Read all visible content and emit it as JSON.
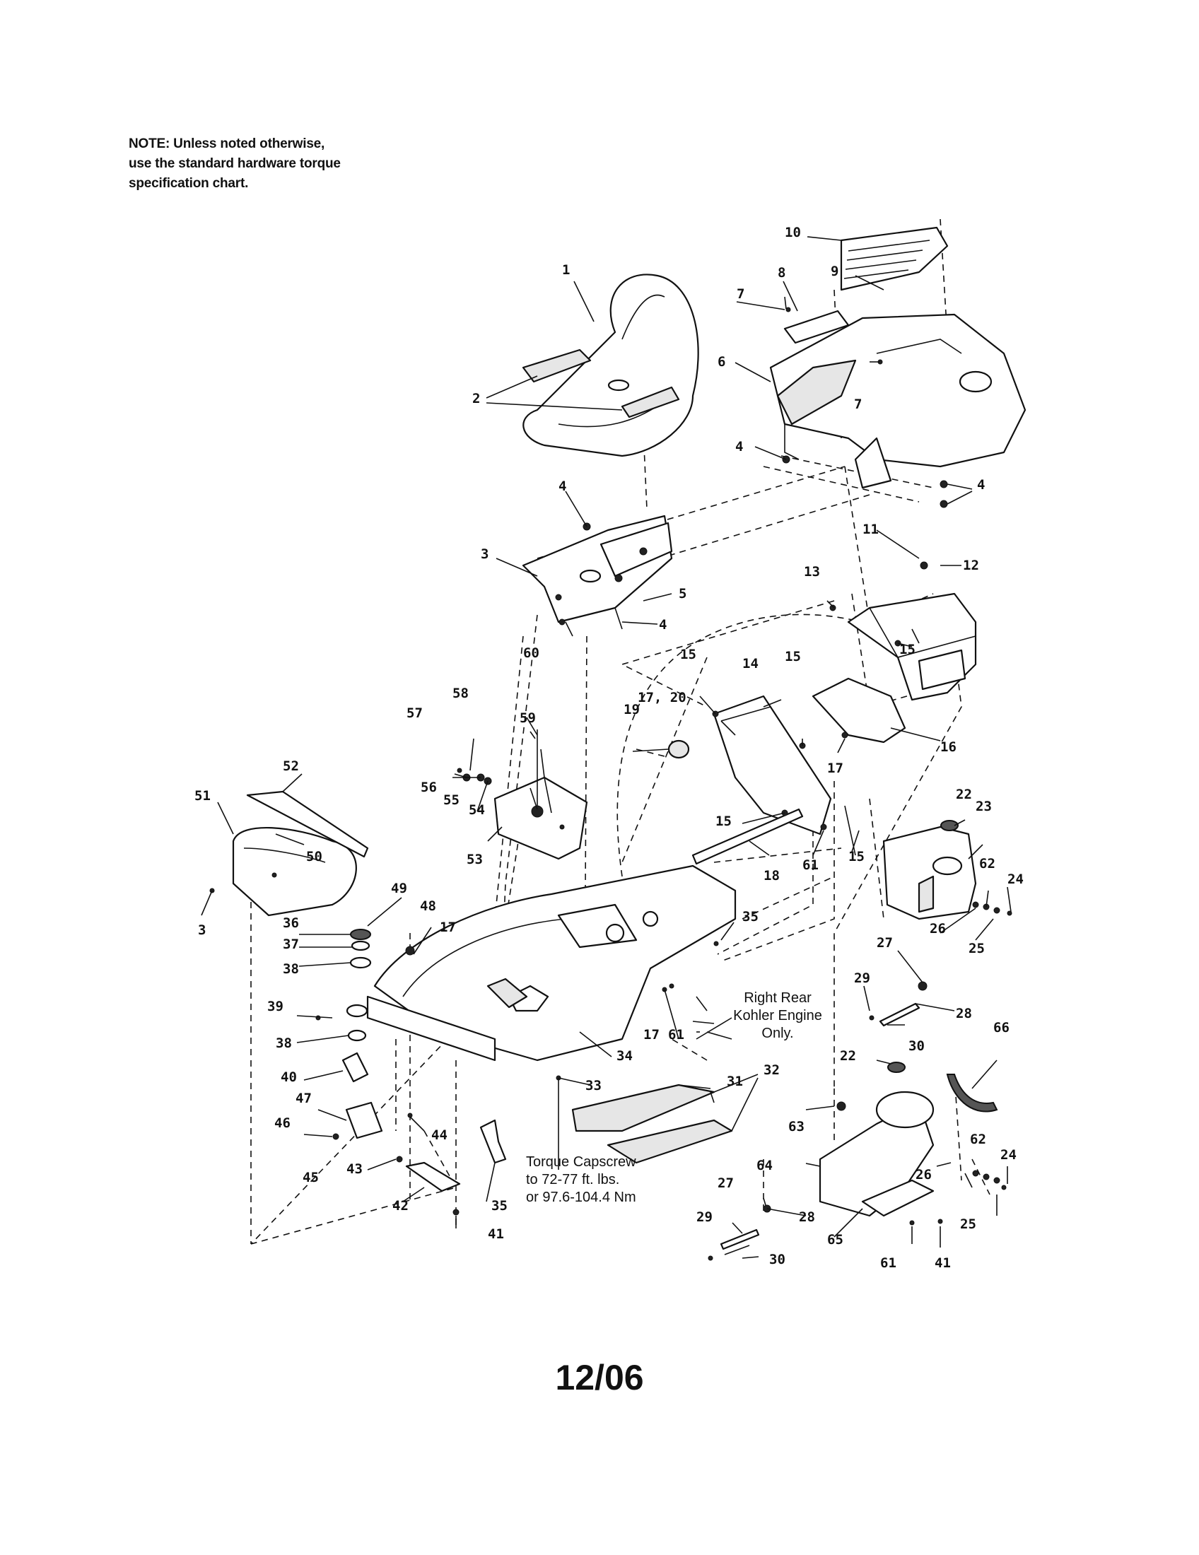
{
  "note": {
    "lines": [
      "NOTE: Unless noted otherwise,",
      "use the standard hardware torque",
      "specification chart."
    ]
  },
  "callouts": {
    "right_rear": [
      "Right Rear",
      "Kohler Engine",
      "Only."
    ],
    "torque": [
      "Torque Capscrew",
      "to 72-77 ft. lbs.",
      "or 97.6-104.4 Nm"
    ]
  },
  "footer": {
    "date": "12/06"
  },
  "labels": [
    "1",
    "2",
    "3",
    "4",
    "5",
    "6",
    "7",
    "8",
    "9",
    "10",
    "11",
    "12",
    "13",
    "14",
    "15",
    "16",
    "17",
    "17, 20",
    "18",
    "19",
    "22",
    "23",
    "24",
    "25",
    "26",
    "27",
    "28",
    "29",
    "30",
    "31",
    "32",
    "33",
    "34",
    "35",
    "36",
    "37",
    "38",
    "39",
    "40",
    "41",
    "42",
    "43",
    "44",
    "45",
    "46",
    "47",
    "48",
    "49",
    "50",
    "51",
    "52",
    "53",
    "54",
    "55",
    "56",
    "57",
    "58",
    "59",
    "60",
    "61",
    "62",
    "63",
    "64",
    "65",
    "66"
  ]
}
